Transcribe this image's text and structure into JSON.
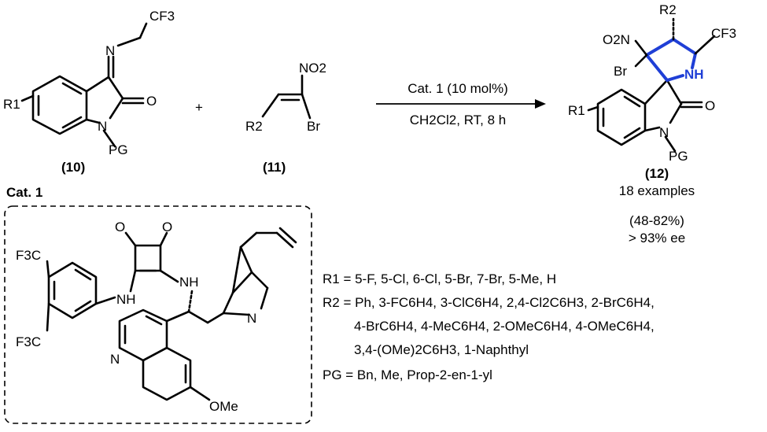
{
  "reaction": {
    "plus": "+",
    "conditions_line1": "Cat. 1 (10 mol%)",
    "conditions_line2": "CH2Cl2, RT, 8 h",
    "highlight_color": "#1f3fd6"
  },
  "compound_10": {
    "id": "(10)",
    "labels": {
      "cf3": "CF3",
      "n_imine": "N",
      "r1": "R1",
      "o": "O",
      "n": "N",
      "pg": "PG"
    }
  },
  "compound_11": {
    "id": "(11)",
    "labels": {
      "no2": "NO2",
      "r2": "R2",
      "br": "Br"
    }
  },
  "compound_12": {
    "id": "(12)",
    "examples": "18 examples",
    "yield": "(48-82%)",
    "ee": "> 93% ee",
    "labels": {
      "r2": "R2",
      "no2": "O2N",
      "cf3": "CF3",
      "br": "Br",
      "nh": "NH",
      "r1": "R1",
      "o": "O",
      "n": "N",
      "pg": "PG"
    }
  },
  "catalyst": {
    "title": "Cat. 1",
    "labels": {
      "f3c_top": "F3C",
      "f3c_bottom": "F3C",
      "nh_left": "NH",
      "nh_right": "NH",
      "o_left": "O",
      "o_right": "O",
      "n_quinoline": "N",
      "n_quinuclidine": "N",
      "ome": "OMe"
    }
  },
  "substituents": {
    "r1": "R1 = 5-F, 5-Cl, 6-Cl, 5-Br, 7-Br, 5-Me, H",
    "r2_line1": "R2 = Ph, 3-FC6H4, 3-ClC6H4, 2,4-Cl2C6H3, 2-BrC6H4,",
    "r2_line2": "4-BrC6H4, 4-MeC6H4, 2-OMeC6H4, 4-OMeC6H4,",
    "r2_line3": "3,4-(OMe)2C6H3, 1-Naphthyl",
    "pg": "PG = Bn, Me, Prop-2-en-1-yl"
  }
}
